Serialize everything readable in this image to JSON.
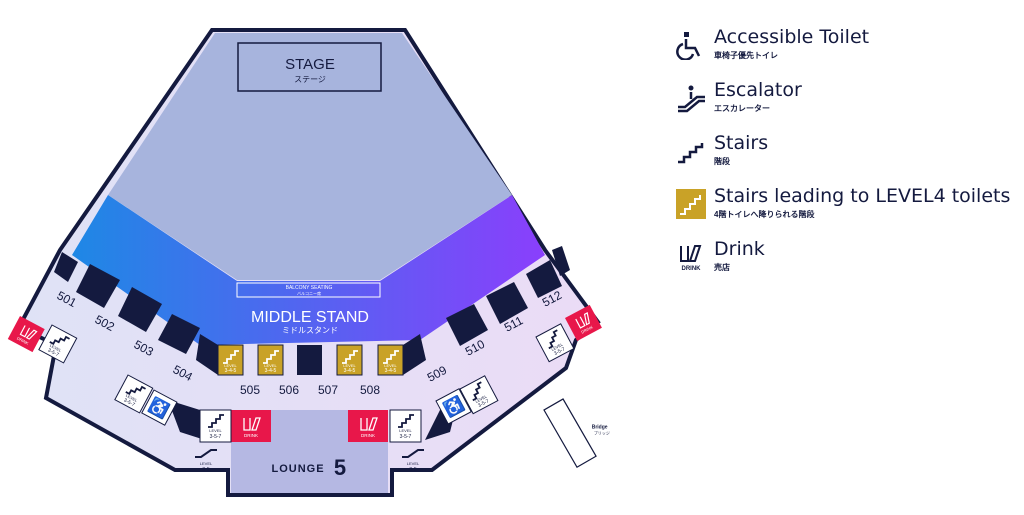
{
  "map": {
    "stage": {
      "label": "STAGE",
      "label_ja": "ステージ"
    },
    "balcony": {
      "label": "BALCONY SEATING",
      "label_ja": "バルコニー席"
    },
    "middle_stand": {
      "label": "MIDDLE STAND",
      "label_ja": "ミドルスタンド"
    },
    "lounge": {
      "label": "LOUNGE",
      "number": "5"
    },
    "bridge": {
      "label": "Bridge",
      "label_ja": "ブリッジ"
    },
    "sections": [
      "501",
      "502",
      "503",
      "504",
      "505",
      "506",
      "507",
      "508",
      "509",
      "510",
      "511",
      "512"
    ],
    "drink_label": "DRINK",
    "level_word": "LEVEL",
    "level_345": "3-4-5",
    "level_357": "3-5-7",
    "level_35": "3-5"
  },
  "legend": [
    {
      "icon": "accessible-toilet-icon",
      "title": "Accessible Toilet",
      "subtitle": "車椅子優先トイレ"
    },
    {
      "icon": "escalator-icon",
      "title": "Escalator",
      "subtitle": "エスカレーター"
    },
    {
      "icon": "stairs-icon",
      "title": "Stairs",
      "subtitle": "階段"
    },
    {
      "icon": "gold-stairs-icon",
      "title": "Stairs leading to LEVEL4 toilets",
      "subtitle": "4階トイレへ降りられる階段"
    },
    {
      "icon": "drink-icon",
      "title": "Drink",
      "subtitle": "売店",
      "icon_text": "DRINK"
    }
  ],
  "colors": {
    "navy": "#141a3f",
    "gold": "#c9a227",
    "drink_red": "#e8174a",
    "stage": "#a7b4dd",
    "stand_start": "#1e88e5",
    "stand_end": "#8a3ffc",
    "concourse": "#dfe0f6",
    "lounge": "#b5b8e3"
  }
}
